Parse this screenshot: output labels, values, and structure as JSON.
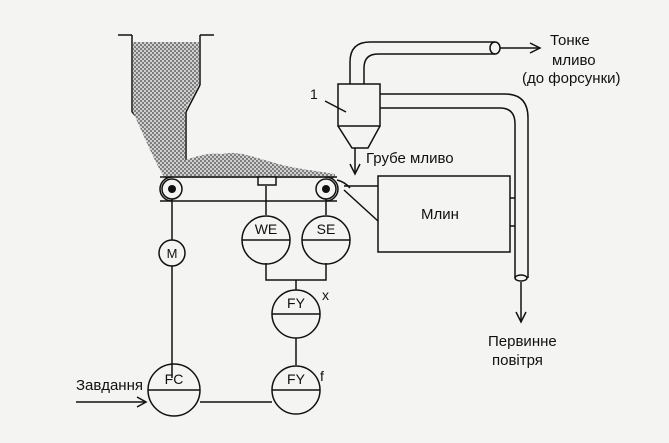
{
  "labels": {
    "fine_grind_line1": "Тонке",
    "fine_grind_line2": "мливо",
    "fine_grind_line3": "(до форсунки)",
    "coarse_grind": "Грубе мливо",
    "mill": "Млин",
    "primary_air_line1": "Первинне",
    "primary_air_line2": "повітря",
    "setpoint": "Завдання",
    "separator_number": "1",
    "x_signal": "x",
    "f_signal": "f"
  },
  "instruments": {
    "motor": "M",
    "weight_sensor": "WE",
    "speed_sensor": "SE",
    "function_block_x": "FY",
    "function_block_f": "FY",
    "flow_controller": "FC"
  },
  "colors": {
    "line": "#111111",
    "background": "#f4f4f2",
    "coal": "#555555"
  }
}
